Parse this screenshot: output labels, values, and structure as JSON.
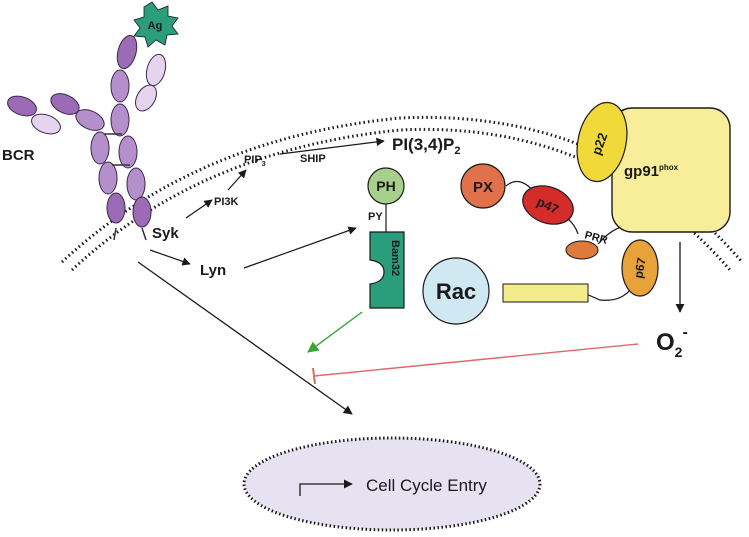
{
  "labels": {
    "ag": "Ag",
    "bcr": "BCR",
    "syk": "Syk",
    "pi3k": "PI3K",
    "pip3": "PIP",
    "pip3_sub": "3",
    "ship": "SHIP",
    "pi34p2": "PI(3,4)P",
    "pi34p2_sub": "2",
    "lyn": "Lyn",
    "ph": "PH",
    "py": "PY",
    "bam32": "Bam32",
    "px": "PX",
    "p47": "p47",
    "prr": "PRR",
    "p22": "p22",
    "gp91": "gp91",
    "gp91_sup": "phox",
    "p67": "p67",
    "rac": "Rac",
    "o2": "O",
    "o2_sub": "2",
    "o2_sup": "-",
    "cell_cycle": "Cell Cycle Entry"
  },
  "colors": {
    "bcr_dark": "#9b6bb5",
    "bcr_mid": "#b48fcc",
    "bcr_light": "#e6d4ee",
    "ag": "#2a9d7a",
    "ph": "#a8d08d",
    "bam32": "#2a9d7a",
    "px": "#e0714a",
    "p47": "#d42b2b",
    "prr": "#e07a3a",
    "p22": "#f2d93a",
    "gp91": "#f8ee9a",
    "p67": "#e8a23a",
    "rac": "#cfe8f2",
    "rac_bar": "#f4ec8a",
    "nucleus": "#e6e2f2",
    "green_arrow": "#3aa63a",
    "red_inhibit": "#d96a6a"
  }
}
